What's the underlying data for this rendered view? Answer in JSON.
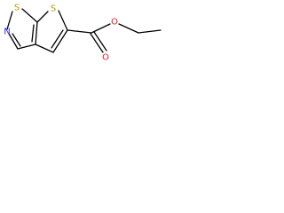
{
  "molecule": {
    "atoms": [
      {
        "id": "s-thiophene",
        "label": "S",
        "color": "#b2a100"
      },
      {
        "id": "s-isothiazole",
        "label": "S",
        "color": "#b2a100"
      },
      {
        "id": "n-isothiazole",
        "label": "N",
        "color": "#2b2bd6"
      },
      {
        "id": "o-carbonyl",
        "label": "O",
        "color": "#e02020"
      },
      {
        "id": "o-ester",
        "label": "O",
        "color": "#e02020"
      }
    ]
  }
}
